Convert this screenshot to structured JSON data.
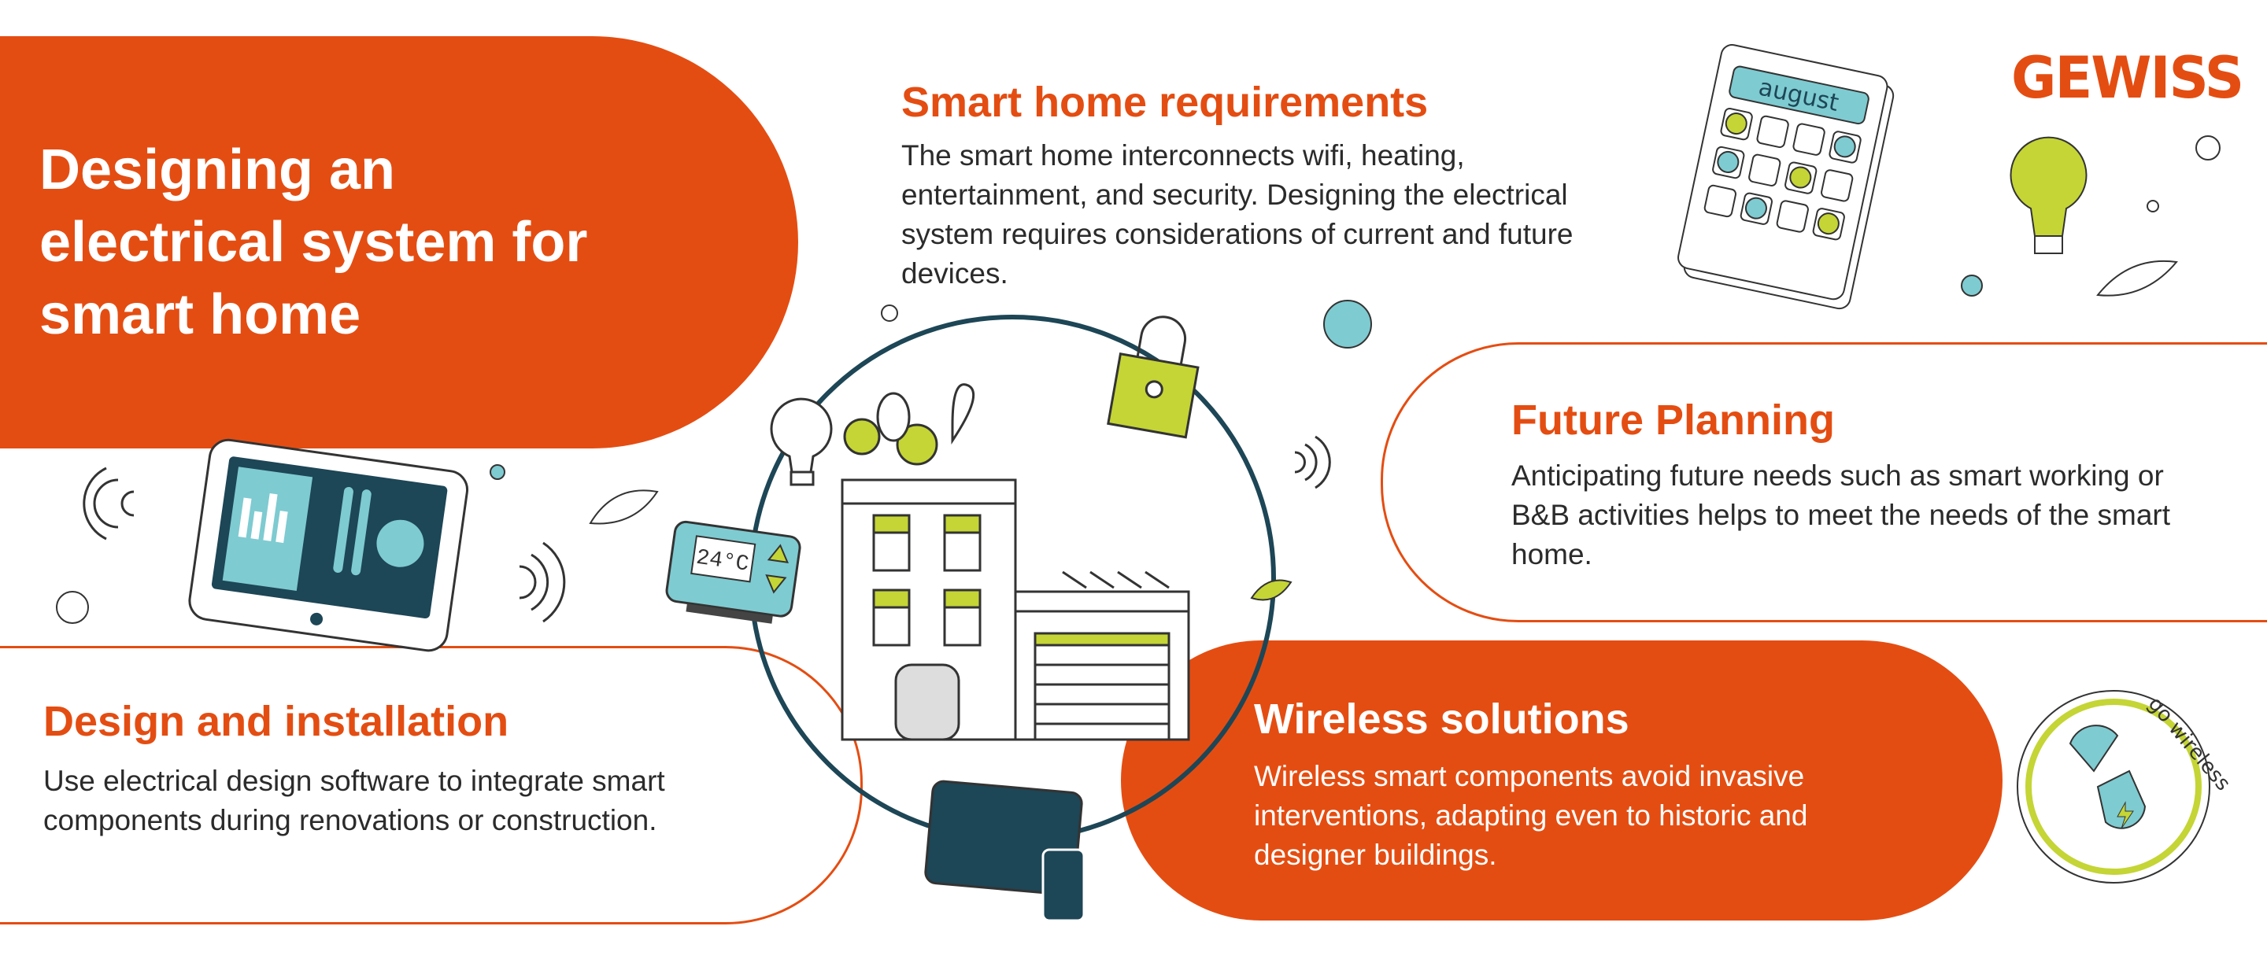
{
  "hero": {
    "title": "Designing an electrical system for smart home"
  },
  "logo": {
    "text": "GEWISS"
  },
  "sections": {
    "requirements": {
      "heading": "Smart home requirements",
      "body": "The smart home interconnects wifi, heating, entertainment, and security. Designing the electrical system requires considerations of current and future devices."
    },
    "future": {
      "heading": "Future Planning",
      "body": "Anticipating future needs such as smart working or B&B activities helps to meet the needs of the smart home."
    },
    "design": {
      "heading": "Design and installation",
      "body": "Use electrical design software to integrate smart components during renovations or construction."
    },
    "wireless": {
      "heading": "Wireless solutions",
      "body": "Wireless smart components avoid invasive interventions, adapting even to historic and designer buildings."
    }
  },
  "illustrations": {
    "calendar_month": "august",
    "thermostat_reading": "24°C",
    "badge_text": "go wireless"
  },
  "colors": {
    "orange": "#e44d12",
    "teal": "#7ecbd1",
    "green": "#c4d535",
    "dark": "#1d4656"
  }
}
